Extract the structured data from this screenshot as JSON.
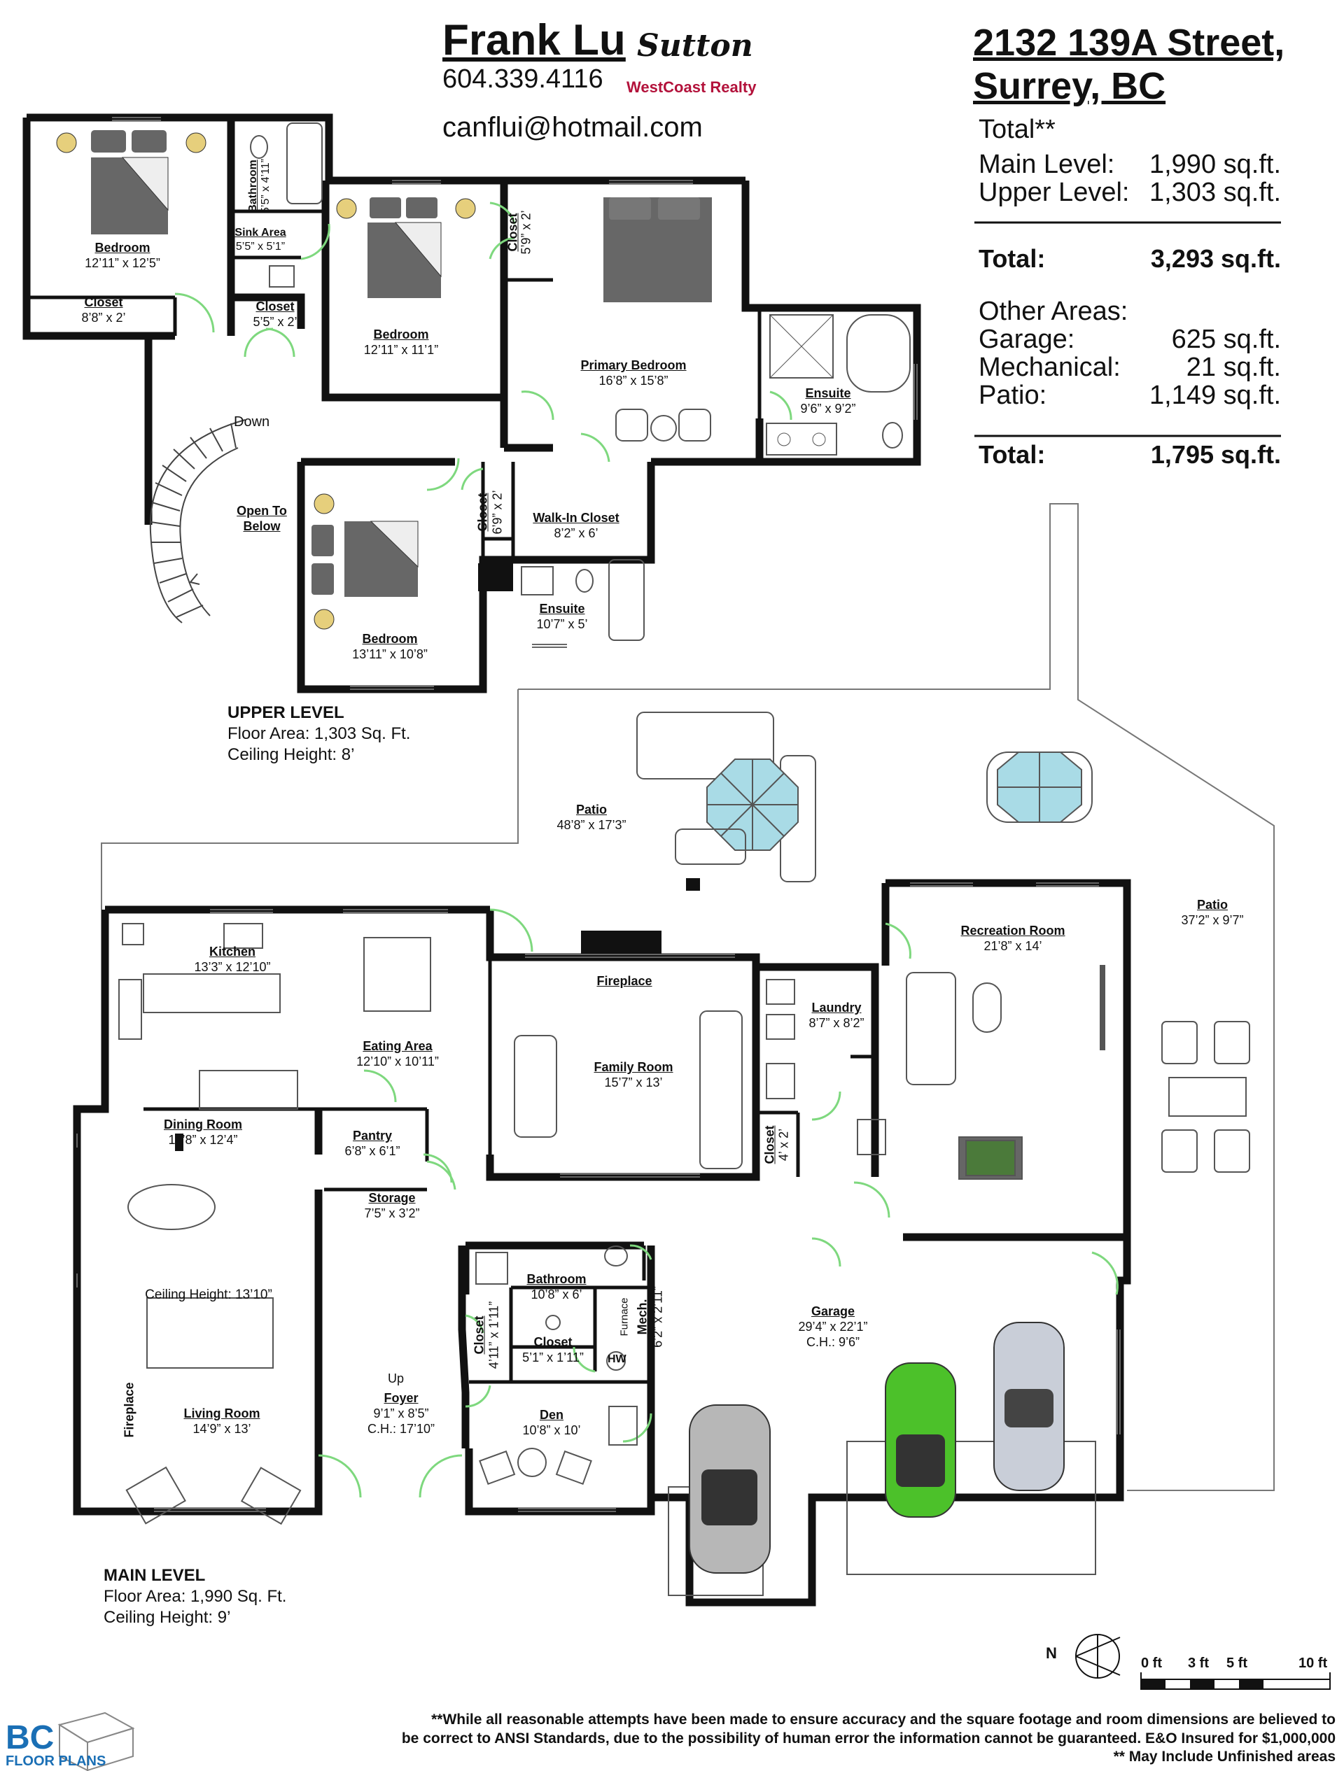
{
  "agent": {
    "name": "Frank Lu",
    "phone": "604.339.4116",
    "email": "canflui@hotmail.com",
    "brokerage_logo": "Sutton",
    "brokerage_sub": "WestCoast Realty"
  },
  "address": {
    "line1": "2132 139A Street,",
    "line2": "Surrey, BC"
  },
  "summary": {
    "total_heading": "Total**",
    "main_label": "Main Level:",
    "main_value": "1,990 sq.ft.",
    "upper_label": "Upper Level:",
    "upper_value": "1,303 sq.ft.",
    "total_label": "Total:",
    "total_value": "3,293 sq.ft.",
    "other_heading": "Other Areas:",
    "garage_label": "Garage:",
    "garage_value": "625 sq.ft.",
    "mech_label": "Mechanical:",
    "mech_value": "21 sq.ft.",
    "patio_label": "Patio:",
    "patio_value": "1,149 sq.ft.",
    "other_total_label": "Total:",
    "other_total_value": "1,795 sq.ft."
  },
  "upper_level": {
    "title": "UPPER LEVEL",
    "area": "Floor Area: 1,303 Sq. Ft.",
    "ceiling": "Ceiling Height: 8’",
    "rooms": {
      "bedroom1": {
        "name": "Bedroom",
        "dim": "12’11” x 12’5”"
      },
      "closet1": {
        "name": "Closet",
        "dim": "8’8” x 2’"
      },
      "bathroom": {
        "name": "Bathroom",
        "dim": "5’5” x 4’11”"
      },
      "sink_area": {
        "name": "Sink Area",
        "dim": "5’5” x 5’1”"
      },
      "closet2": {
        "name": "Closet",
        "dim": "5’5” x 2’"
      },
      "bedroom2": {
        "name": "Bedroom",
        "dim": "12’11” x 11’1”"
      },
      "closet3": {
        "name": "Closet",
        "dim": "5’9” x 2’"
      },
      "primary": {
        "name": "Primary Bedroom",
        "dim": "16’8” x 15’8”"
      },
      "ensuite1": {
        "name": "Ensuite",
        "dim": "9’6” x 9’2”"
      },
      "down": "Down",
      "open_to_below_1": "Open To",
      "open_to_below_2": "Below",
      "closet4": {
        "name": "Closet",
        "dim": "6’9” x 2’"
      },
      "walkin": {
        "name": "Walk-In Closet",
        "dim": "8’2” x 6’"
      },
      "ensuite2": {
        "name": "Ensuite",
        "dim": "10’7” x 5’"
      },
      "bedroom3": {
        "name": "Bedroom",
        "dim": "13’11” x 10’8”"
      }
    }
  },
  "main_level": {
    "title": "MAIN LEVEL",
    "area": "Floor Area: 1,990 Sq. Ft.",
    "ceiling": "Ceiling Height: 9’",
    "rooms": {
      "patio1": {
        "name": "Patio",
        "dim": "48’8” x 17’3”"
      },
      "patio2": {
        "name": "Patio",
        "dim": "37’2” x 9’7”"
      },
      "kitchen": {
        "name": "Kitchen",
        "dim": "13’3” x 12’10”"
      },
      "eating": {
        "name": "Eating Area",
        "dim": "12’10” x 10’11”"
      },
      "fireplace_family": "Fireplace",
      "family": {
        "name": "Family Room",
        "dim": "15’7” x 13’"
      },
      "laundry": {
        "name": "Laundry",
        "dim": "8’7” x 8’2”"
      },
      "recreation": {
        "name": "Recreation Room",
        "dim": "21’8” x 14’"
      },
      "closet_laundry": {
        "name": "Closet",
        "dim": "4’ x 2’"
      },
      "dining": {
        "name": "Dining Room",
        "dim": "14’8” x 12’4”"
      },
      "pantry": {
        "name": "Pantry",
        "dim": "6’8” x 6’1”"
      },
      "storage": {
        "name": "Storage",
        "dim": "7’5” x 3’2”"
      },
      "living_ceiling": "Ceiling Height: 13’10”",
      "fireplace_living": "Fireplace",
      "living": {
        "name": "Living Room",
        "dim": "14’9” x 13’"
      },
      "up": "Up",
      "foyer": {
        "name": "Foyer",
        "dim": "9’1” x 8’5”",
        "ch": "C.H.: 17’10”"
      },
      "closet_foyer": {
        "name": "Closet",
        "dim": "4’11” x 1’11”"
      },
      "bathroom": {
        "name": "Bathroom",
        "dim": "10’8” x 6’"
      },
      "closet_bath": {
        "name": "Closet",
        "dim": "5’1” x 1’11”"
      },
      "furnace": "Furnace",
      "mech": {
        "name": "Mech.",
        "dim": "6’2” x 2’11”"
      },
      "hw": "HW",
      "den": {
        "name": "Den",
        "dim": "10’8” x 10’"
      },
      "garage": {
        "name": "Garage",
        "dim": "29’4” x 22’1”",
        "ch": "C.H.: 9’6”"
      }
    }
  },
  "compass": {
    "label": "N"
  },
  "scale": {
    "labels": [
      "0 ft",
      "3 ft",
      "5 ft",
      "10 ft"
    ]
  },
  "disclaimer": {
    "line1": "**While all reasonable attempts have been made to ensure accuracy and the square footage and room dimensions are believed to",
    "line2": "be correct to ANSI Standards, due to the possibility of human error the information cannot be guaranteed. E&O Insured for $1,000,000",
    "line3": "** May Include Unfinished areas"
  },
  "footer_logo": {
    "bc": "BC",
    "fp": "FLOOR PLANS"
  },
  "colors": {
    "wall": "#111111",
    "door": "#7ed87e",
    "furniture": "#555555",
    "table_top": "#a9dbe6",
    "car_green": "#4cc12a",
    "car_grey": "#b7b7b7",
    "brand_red": "#b3123b",
    "logo_blue": "#1a6fb5"
  }
}
